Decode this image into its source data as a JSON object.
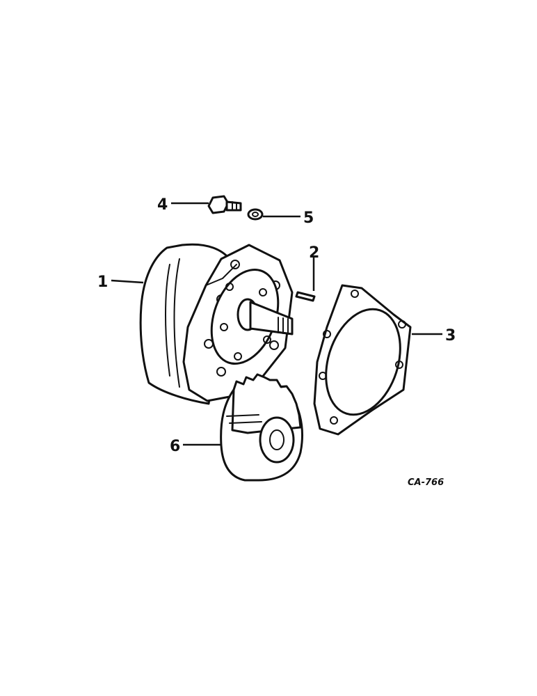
{
  "diagram": {
    "callouts": [
      {
        "id": "1",
        "label": "1"
      },
      {
        "id": "2",
        "label": "2"
      },
      {
        "id": "3",
        "label": "3"
      },
      {
        "id": "4",
        "label": "4"
      },
      {
        "id": "5",
        "label": "5"
      },
      {
        "id": "6",
        "label": "6"
      }
    ],
    "reference_code": "CA-766"
  }
}
